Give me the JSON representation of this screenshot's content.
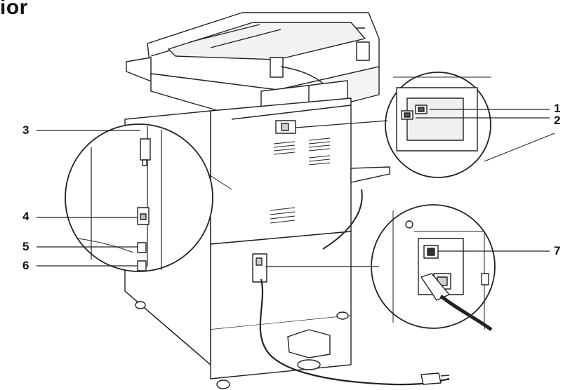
{
  "heading": "ior",
  "callouts": [
    {
      "id": "c1",
      "label": "1"
    },
    {
      "id": "c2",
      "label": "2"
    },
    {
      "id": "c3",
      "label": "3"
    },
    {
      "id": "c4",
      "label": "4"
    },
    {
      "id": "c5",
      "label": "5"
    },
    {
      "id": "c6",
      "label": "6"
    },
    {
      "id": "c7",
      "label": "7"
    }
  ],
  "colors": {
    "line": "#222222",
    "fill": "#ffffff",
    "shade": "#e6e6e6",
    "dark": "#9a9a9a"
  }
}
